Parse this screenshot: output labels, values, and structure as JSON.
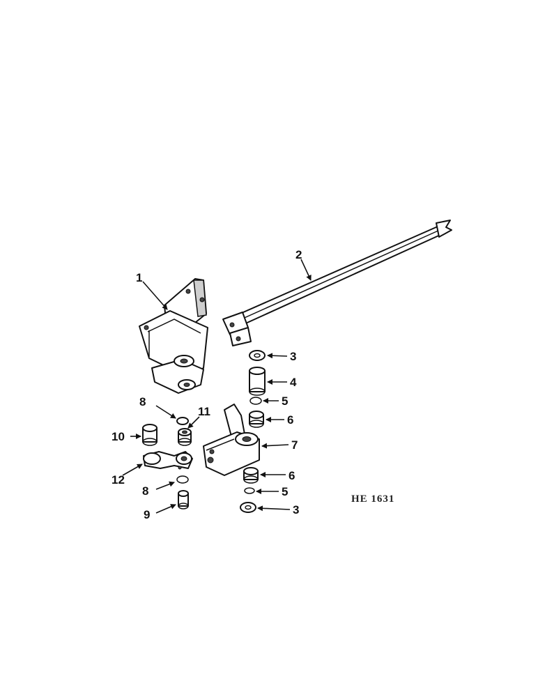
{
  "figure_code": "HE 1631",
  "callouts": [
    {
      "id": "c1",
      "label": "1"
    },
    {
      "id": "c2",
      "label": "2"
    },
    {
      "id": "c3a",
      "label": "3"
    },
    {
      "id": "c4",
      "label": "4"
    },
    {
      "id": "c5a",
      "label": "5"
    },
    {
      "id": "c6a",
      "label": "6"
    },
    {
      "id": "c7",
      "label": "7"
    },
    {
      "id": "c8a",
      "label": "8"
    },
    {
      "id": "c11",
      "label": "11"
    },
    {
      "id": "c10",
      "label": "10"
    },
    {
      "id": "c12",
      "label": "12"
    },
    {
      "id": "c6b",
      "label": "6"
    },
    {
      "id": "c8b",
      "label": "8"
    },
    {
      "id": "c5b",
      "label": "5"
    },
    {
      "id": "c9",
      "label": "9"
    },
    {
      "id": "c3b",
      "label": "3"
    }
  ],
  "icons": [
    "bracket-icon",
    "tie-rod-icon",
    "washer-icon",
    "sleeve-icon",
    "o-ring-icon",
    "bushing-icon",
    "steering-arm-icon",
    "link-arm-icon",
    "spacer-icon",
    "pin-icon"
  ]
}
